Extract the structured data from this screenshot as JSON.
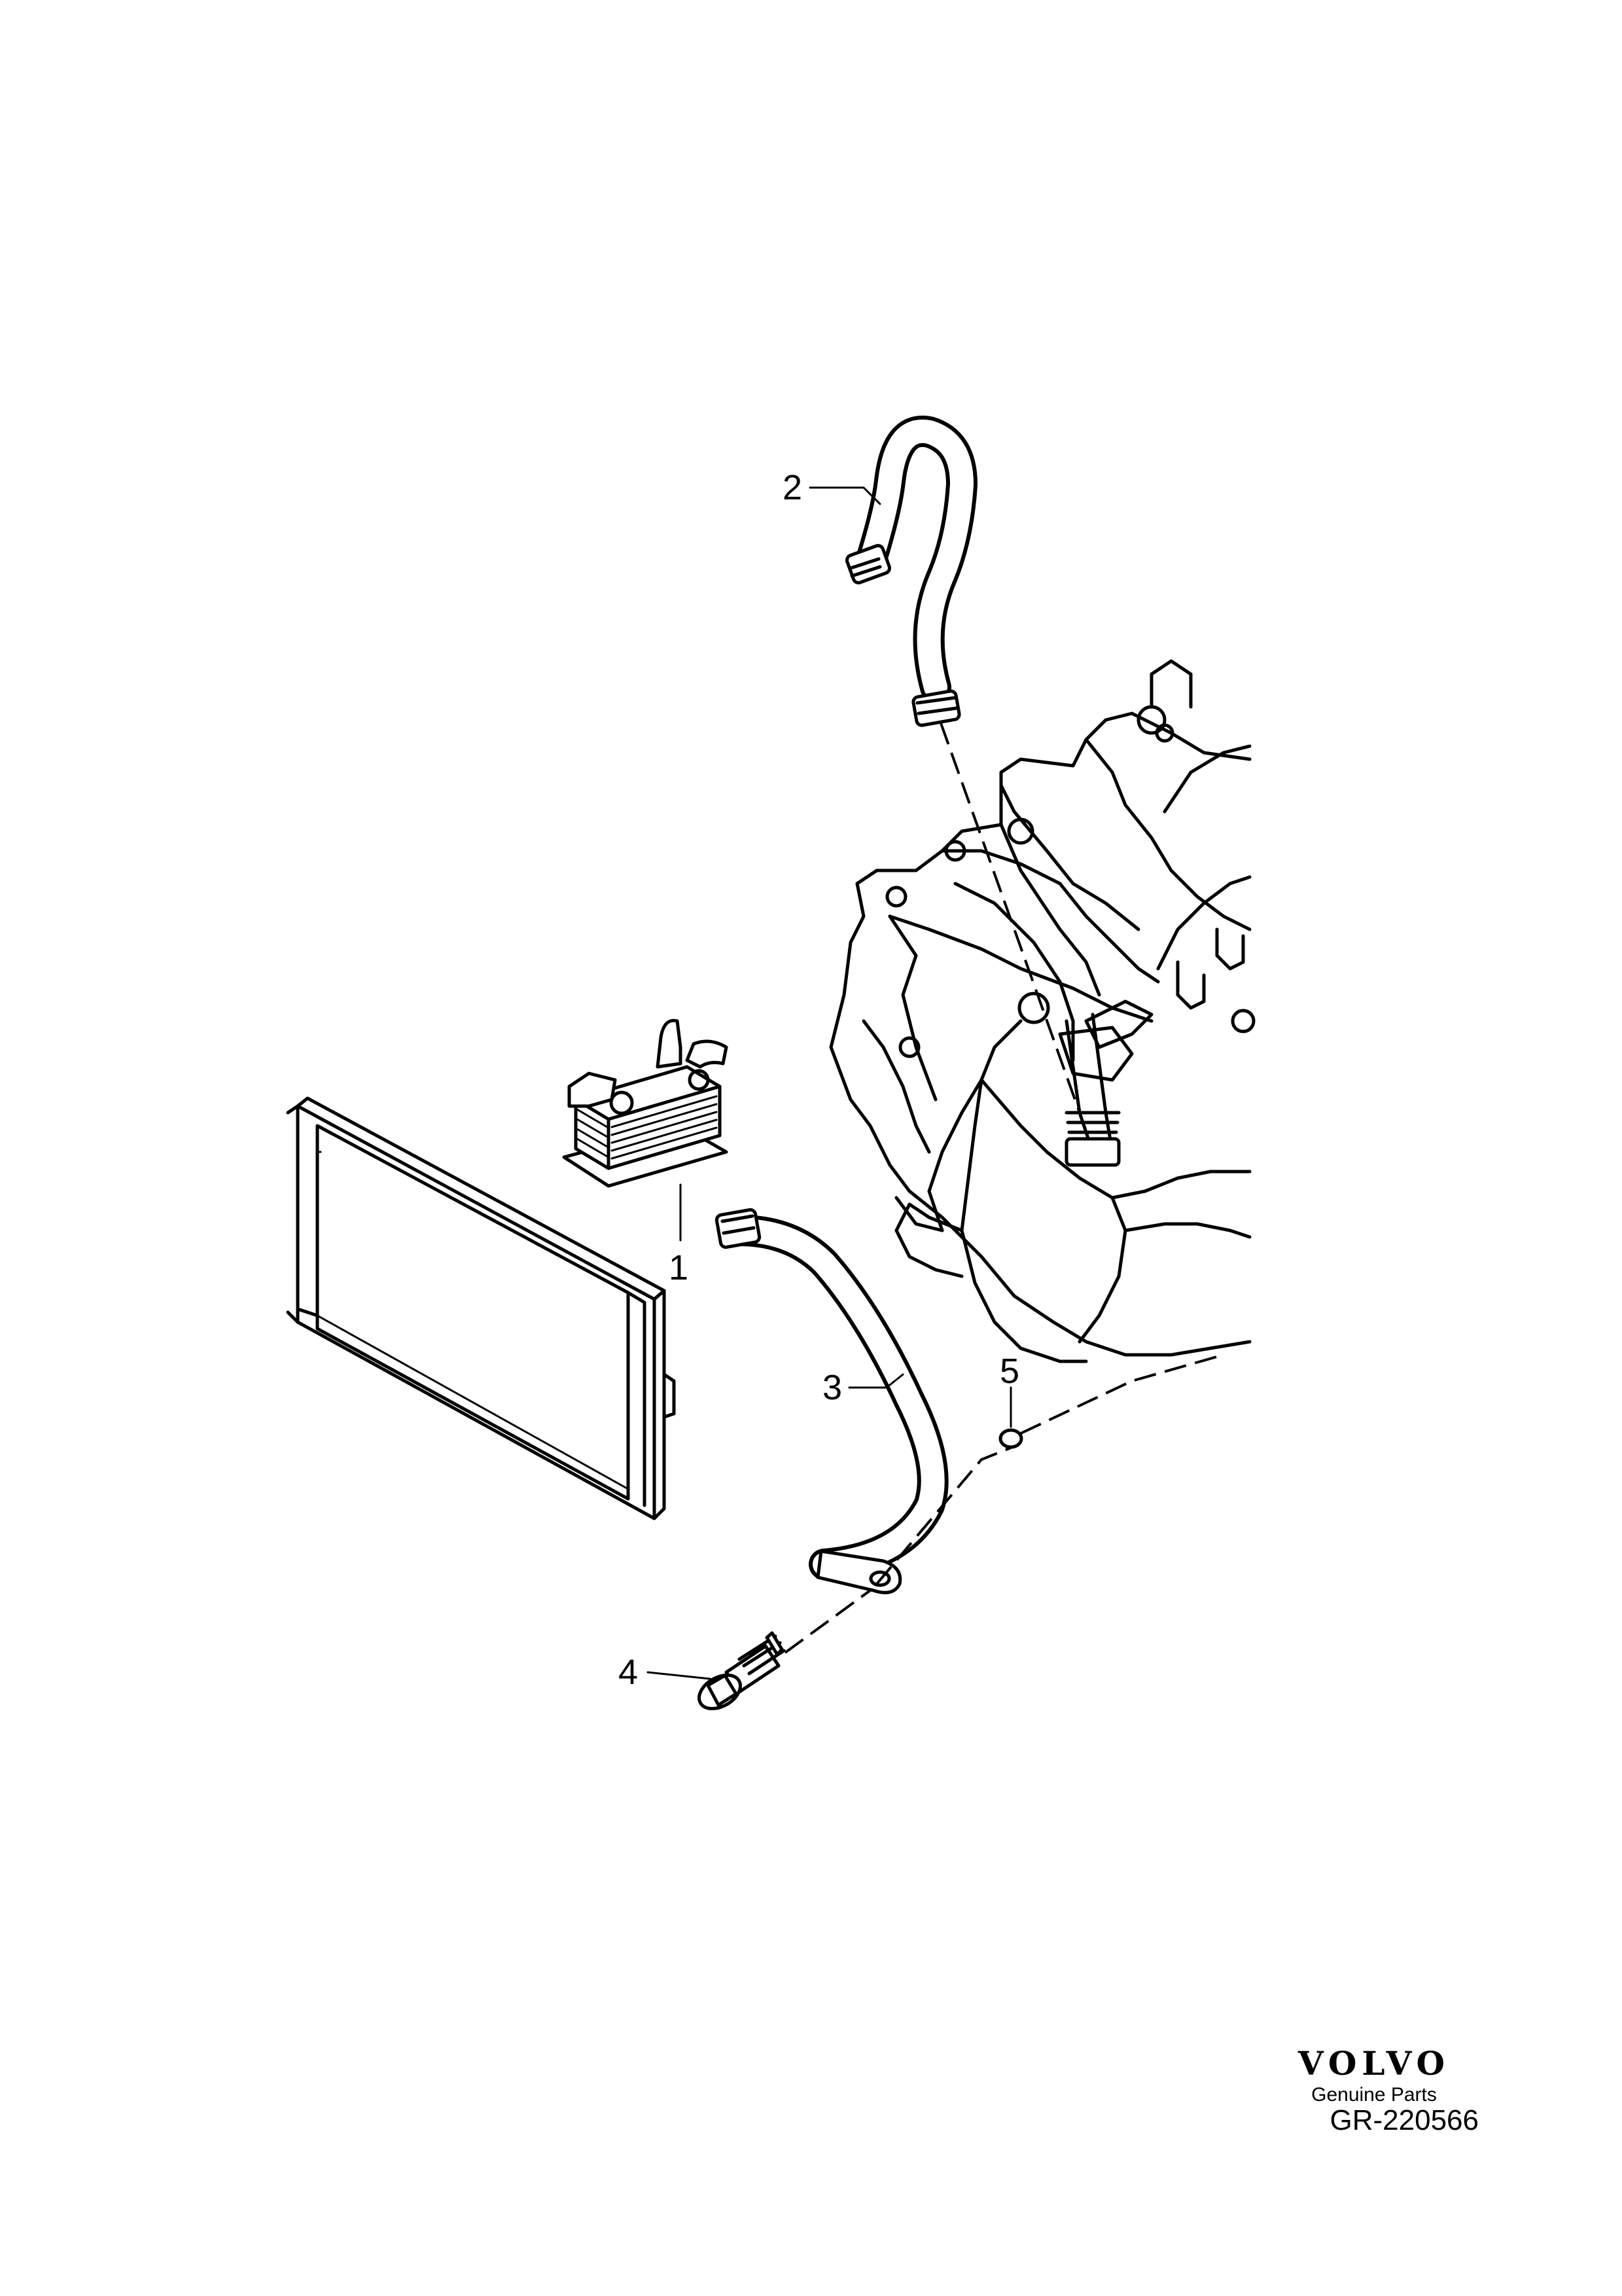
{
  "diagram": {
    "callouts": [
      {
        "id": "1",
        "label": "1"
      },
      {
        "id": "2",
        "label": "2"
      },
      {
        "id": "3",
        "label": "3"
      },
      {
        "id": "4",
        "label": "4"
      },
      {
        "id": "5",
        "label": "5"
      }
    ],
    "parts_shown": [
      "radiator",
      "oil-cooler",
      "upper-hose",
      "lower-pipe",
      "flange-bolt",
      "o-ring",
      "transmission-housing"
    ]
  },
  "brand": {
    "logo_text": "VOLVO",
    "subtitle": "Genuine Parts"
  },
  "reference": {
    "code": "GR-220566"
  }
}
